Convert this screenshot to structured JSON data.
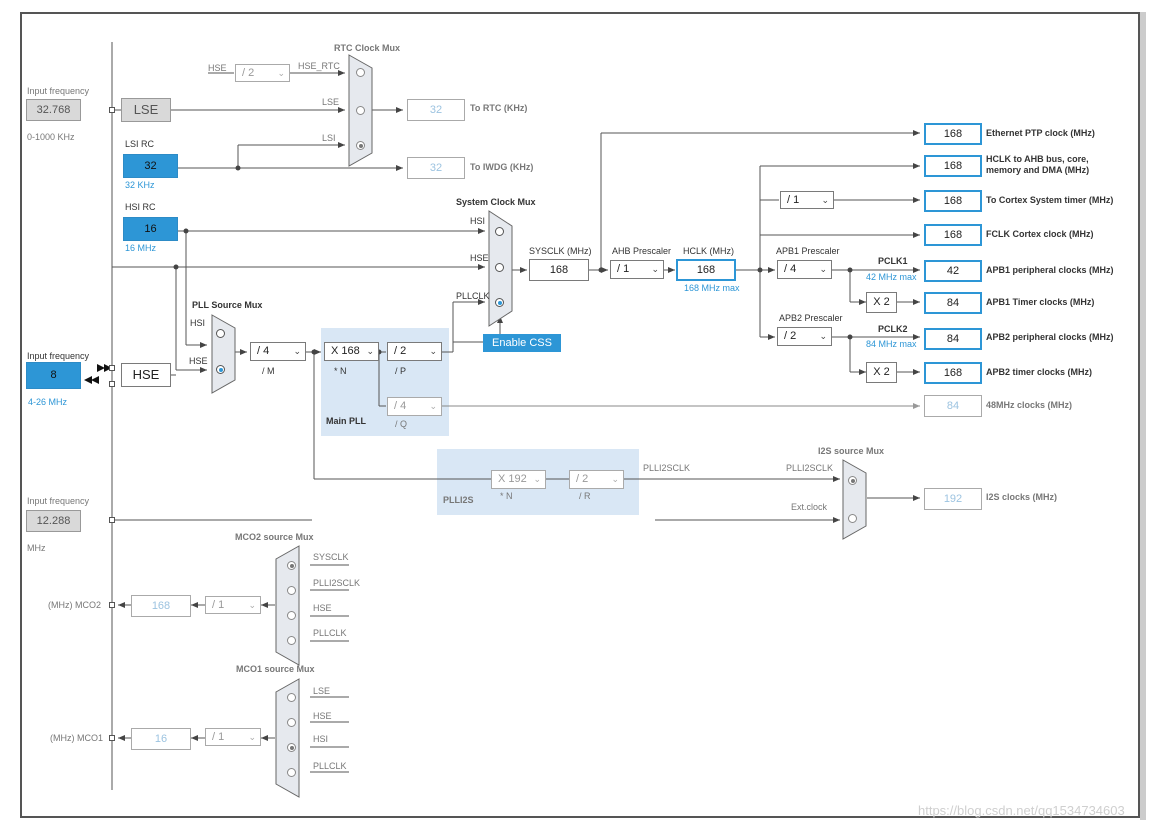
{
  "inputs": {
    "lse_label": "Input frequency",
    "lse_value": "32.768",
    "lse_range": "0-1000 KHz",
    "hse_label": "Input frequency",
    "hse_value": "8",
    "hse_range": "4-26 MHz",
    "i2s_label": "Input frequency",
    "i2s_value": "12.288",
    "i2s_unit": "MHz"
  },
  "osc": {
    "lse": "LSE",
    "lsi_title": "LSI RC",
    "lsi_value": "32",
    "lsi_sub": "32 KHz",
    "hsi_title": "HSI RC",
    "hsi_value": "16",
    "hsi_sub": "16 MHz",
    "hse": "HSE"
  },
  "rtc": {
    "title": "RTC Clock Mux",
    "hse_in": "HSE",
    "div": "/ 2",
    "hse_rtc": "HSE_RTC",
    "lse_in": "LSE",
    "lsi_in": "LSI",
    "rtc_out": "32",
    "rtc_label": "To RTC (KHz)",
    "iwdg_out": "32",
    "iwdg_label": "To IWDG (KHz)"
  },
  "pll": {
    "src_title": "PLL Source Mux",
    "hsi": "HSI",
    "hse": "HSE",
    "m_div": "/ 4",
    "m_label": "/ M",
    "n_mul": "X 168",
    "n_label": "* N",
    "p_div": "/ 2",
    "p_label": "/ P",
    "q_div": "/ 4",
    "q_label": "/ Q",
    "main_pll": "Main PLL"
  },
  "sysmux": {
    "title": "System Clock Mux",
    "hsi": "HSI",
    "hse": "HSE",
    "pllclk": "PLLCLK",
    "enable_css": "Enable CSS",
    "sysclk_label": "SYSCLK (MHz)",
    "sysclk": "168",
    "ahb_label": "AHB Prescaler",
    "ahb": "/ 1",
    "hclk_label": "HCLK (MHz)",
    "hclk": "168",
    "hclk_max": "168 MHz max",
    "cortex_div": "/ 1",
    "apb1_label": "APB1 Prescaler",
    "apb1": "/ 4",
    "pclk1": "PCLK1",
    "pclk1_max": "42 MHz max",
    "apb1_timer_mul": "X 2",
    "apb2_label": "APB2 Prescaler",
    "apb2": "/ 2",
    "pclk2": "PCLK2",
    "pclk2_max": "84 MHz max",
    "apb2_timer_mul": "X 2"
  },
  "outputs": [
    {
      "value": "168",
      "label": "Ethernet PTP clock (MHz)"
    },
    {
      "value": "168",
      "label": "HCLK to AHB bus, core, memory and DMA (MHz)"
    },
    {
      "value": "168",
      "label": "To Cortex System timer (MHz)"
    },
    {
      "value": "168",
      "label": "FCLK Cortex clock (MHz)"
    },
    {
      "value": "42",
      "label": "APB1 peripheral clocks (MHz)"
    },
    {
      "value": "84",
      "label": "APB1 Timer clocks (MHz)"
    },
    {
      "value": "84",
      "label": "APB2 peripheral clocks (MHz)"
    },
    {
      "value": "168",
      "label": "APB2 timer clocks (MHz)"
    },
    {
      "value": "84",
      "label": "48MHz clocks (MHz)"
    }
  ],
  "plli2s": {
    "n_mul": "X 192",
    "n_label": "* N",
    "r_div": "/ 2",
    "r_label": "/ R",
    "name": "PLLI2S",
    "out": "PLLI2SCLK",
    "mux_title": "I2S source Mux",
    "mux_in1": "PLLI2SCLK",
    "mux_in2": "Ext.clock",
    "i2s_out": "192",
    "i2s_label": "I2S clocks (MHz)"
  },
  "mco2": {
    "title": "MCO2 source Mux",
    "in1": "SYSCLK",
    "in2": "PLLI2SCLK",
    "in3": "HSE",
    "in4": "PLLCLK",
    "value": "168",
    "div": "/ 1",
    "label": "(MHz) MCO2"
  },
  "mco1": {
    "title": "MCO1 source Mux",
    "in1": "LSE",
    "in2": "HSE",
    "in3": "HSI",
    "in4": "PLLCLK",
    "value": "16",
    "div": "/ 1",
    "label": "(MHz) MCO1"
  },
  "watermark": "https://blog.csdn.net/qq1534734603"
}
